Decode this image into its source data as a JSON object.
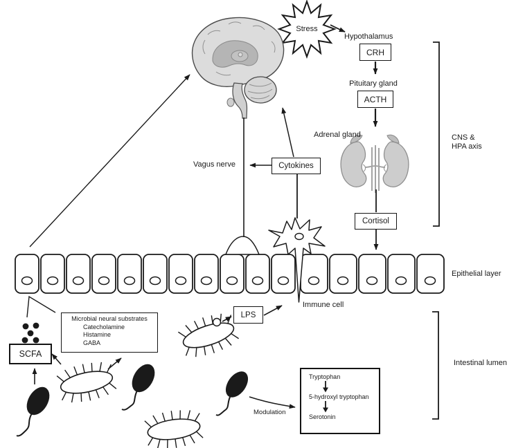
{
  "hpa": {
    "stress": "Stress",
    "hypothalamus": "Hypothalamus",
    "crh": "CRH",
    "pituitary_gland": "Pituitary gland",
    "acth": "ACTH",
    "adrenal_gland": "Adrenal gland",
    "cortisol": "Cortisol"
  },
  "signals": {
    "vagus_nerve": "Vagus nerve",
    "cytokines": "Cytokines",
    "scfa": "SCFA",
    "lps": "LPS",
    "modulation": "Modulation"
  },
  "region_labels": {
    "cns_hpa_line1": "CNS &",
    "cns_hpa_line2": "HPA axis",
    "epithelial_layer": "Epithelial layer",
    "immune_cell": "Immune cell",
    "intestinal_lumen": "Intestinal lumen"
  },
  "substrates_box": {
    "title": "Microbial neural substrates",
    "items": [
      "Catecholamine",
      "Histamine",
      "GABA"
    ]
  },
  "serotonin_box": {
    "steps": [
      "Tryptophan",
      "5-hydroxyl tryptophan",
      "Serotonin"
    ]
  },
  "colors": {
    "ink": "#1a1a1a",
    "organ_gray": "#d6d6d6",
    "organ_outline": "#4a4a4a",
    "background": "#ffffff"
  }
}
